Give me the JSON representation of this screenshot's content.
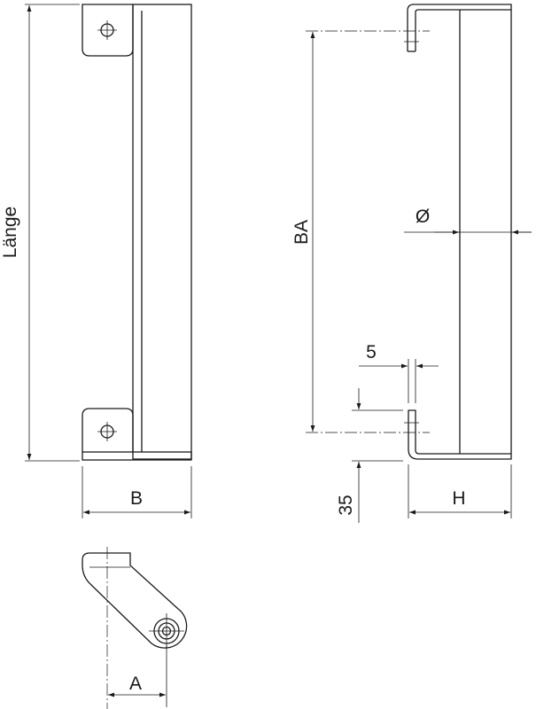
{
  "labels": {
    "length": "Länge",
    "width": "B",
    "mounting_distance": "BA",
    "diameter": "Ø",
    "height": "H",
    "dim_5": "5",
    "dim_35": "35",
    "offset": "A"
  },
  "colors": {
    "line": "#1a1a1a",
    "background": "#ffffff"
  }
}
